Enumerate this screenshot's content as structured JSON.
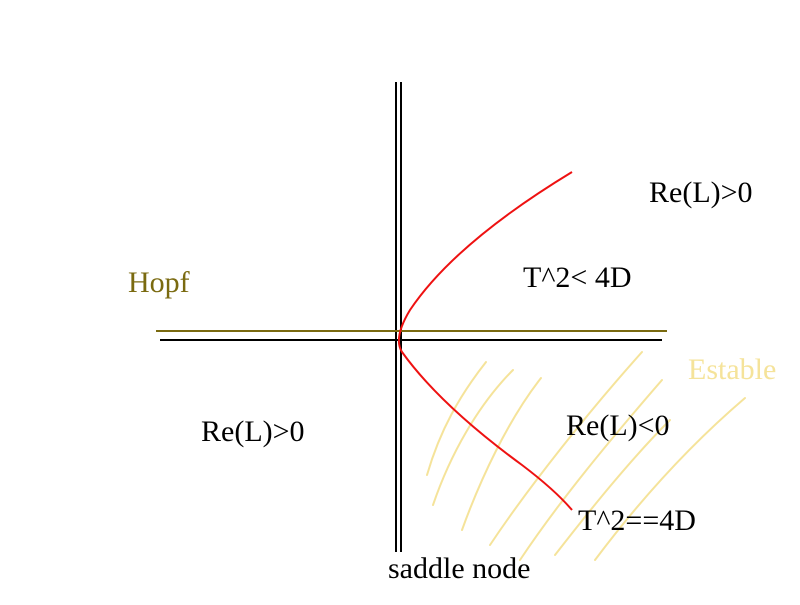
{
  "labels": {
    "top_right": "Re(L)>0",
    "hopf": "Hopf",
    "upper_region": "T^2<  4D",
    "stable": "Estable",
    "left_region": "Re(L)>0",
    "lower_region": "Re(L)<0",
    "parabola": "T^2==4D",
    "axis_bottom": "saddle  node"
  },
  "colors": {
    "axes": "#000000",
    "hopf": "#7a6a10",
    "parabola": "#ee1111",
    "stable": "#f5e39a",
    "text": "#000000"
  }
}
